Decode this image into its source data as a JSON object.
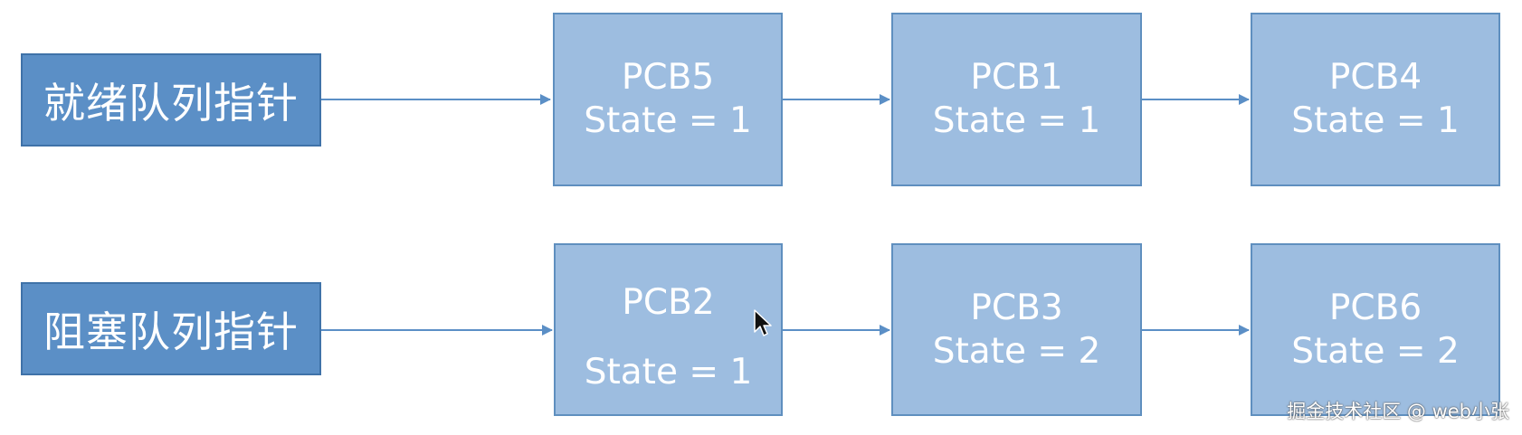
{
  "queues": [
    {
      "label": "就绪队列指针",
      "pcbs": [
        {
          "name": "PCB5",
          "state": "State = 1"
        },
        {
          "name": "PCB1",
          "state": "State = 1"
        },
        {
          "name": "PCB4",
          "state": "State = 1"
        }
      ]
    },
    {
      "label": "阻塞队列指针",
      "pcbs": [
        {
          "name": "PCB2",
          "state": "State = 1"
        },
        {
          "name": "PCB3",
          "state": "State = 2"
        },
        {
          "name": "PCB6",
          "state": "State = 2"
        }
      ]
    }
  ],
  "watermark": "掘金技术社区 @ web小张",
  "colors": {
    "pointer_fill": "#5b8fc6",
    "pcb_fill": "#9dbde0",
    "arrow": "#5b8fc6",
    "text": "#ffffff"
  }
}
